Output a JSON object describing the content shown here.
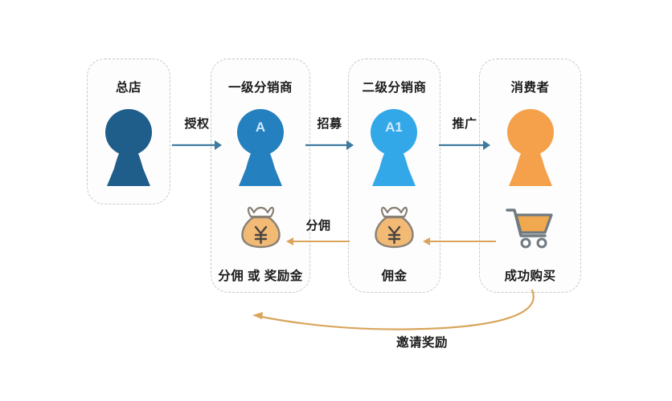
{
  "diagram": {
    "type": "flow-diagram",
    "title_text": "",
    "colors": {
      "headquarters_figure": "#1F5D8A",
      "level1_figure": "#2480BE",
      "level2_figure": "#32A8E8",
      "consumer_figure": "#F5A04A",
      "blue_arrow": "#3E7A9E",
      "gold_arrow": "#D9A55C",
      "money_bag_body": "#F2BA74",
      "money_bag_outline": "#8A8175",
      "cart_body": "#F0A94E",
      "cart_outline": "#6F7A80",
      "box_border": "#c9c9c9",
      "text": "#1b1b1b"
    },
    "stages": [
      {
        "id": "headquarters",
        "title": "总店",
        "figure_label": "",
        "bottom_caption": ""
      },
      {
        "id": "level1",
        "title": "一级分销商",
        "figure_label": "A",
        "bottom_caption": "分佣 或 奖励金"
      },
      {
        "id": "level2",
        "title": "二级分销商",
        "figure_label": "A1",
        "bottom_caption": "佣金"
      },
      {
        "id": "consumer",
        "title": "消费者",
        "figure_label": "",
        "bottom_caption": "成功购买"
      }
    ],
    "top_flows": [
      {
        "id": "authorize",
        "label": "授权",
        "direction": "right",
        "from": "headquarters",
        "to": "level1"
      },
      {
        "id": "recruit",
        "label": "招募",
        "direction": "right",
        "from": "level1",
        "to": "level2"
      },
      {
        "id": "promote",
        "label": "推广",
        "direction": "right",
        "from": "level2",
        "to": "consumer"
      }
    ],
    "bottom_flows": [
      {
        "id": "commission-split",
        "label": "分佣",
        "direction": "left",
        "from": "level2",
        "to": "level1"
      },
      {
        "id": "purchase-pay",
        "label": "",
        "direction": "left",
        "from": "consumer",
        "to": "level2"
      }
    ],
    "curved_flow": {
      "id": "invite-reward",
      "label": "邀请奖励",
      "direction": "left",
      "from": "consumer",
      "to": "level1"
    },
    "icons": {
      "money_bag_level1": "money-bag-icon",
      "money_bag_level2": "money-bag-icon",
      "cart_consumer": "shopping-cart-icon",
      "currency_symbol": "¥"
    }
  }
}
